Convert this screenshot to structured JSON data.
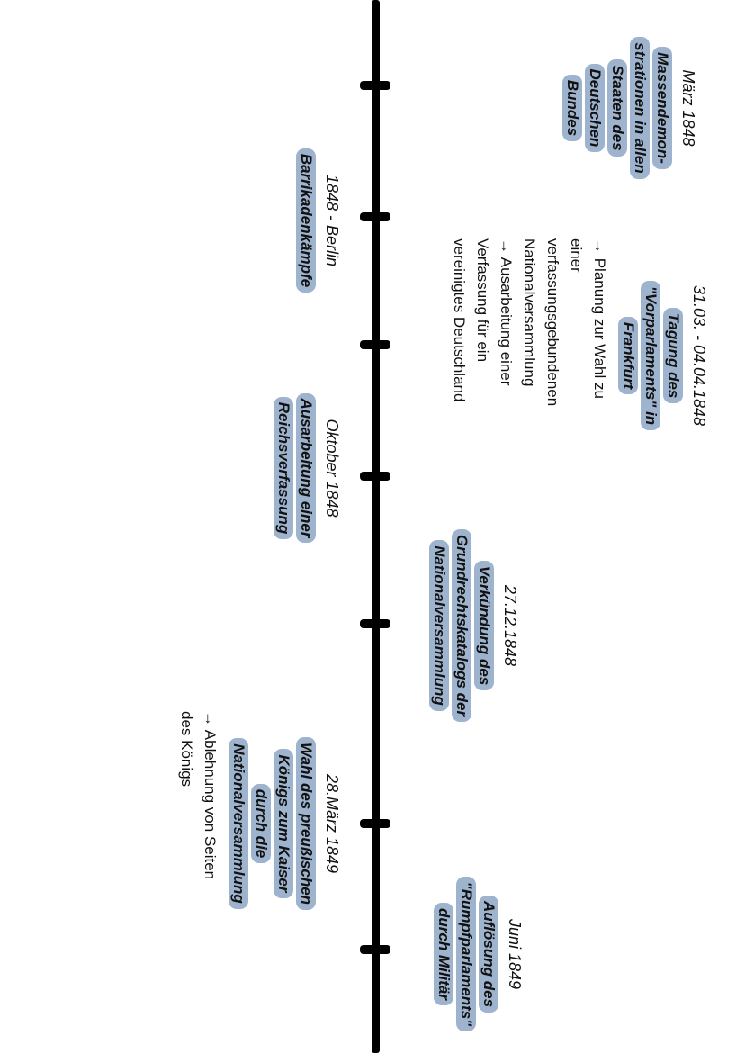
{
  "events": [
    {
      "date": "März 1848",
      "lines": [
        "Massendemon-",
        "strationen in allen",
        "Staaten des",
        "Deutschen",
        "Bundes"
      ]
    },
    {
      "date": "31.03. - 04.04.1848",
      "lines": [
        "Tagung des",
        "\"Vorparlaments\" in",
        "Frankfurt"
      ],
      "note": [
        "→ Planung zur Wahl zu",
        "einer",
        "verfassungsgebundenen",
        "Nationalversammlung",
        "→ Ausarbeitung einer",
        "Verfassung für ein",
        "vereinigtes Deutschland"
      ]
    },
    {
      "date": "1848 - Berlin",
      "lines": [
        "Barrikadenkämpfe"
      ]
    },
    {
      "date": "Oktober 1848",
      "lines": [
        "Ausarbeitung einer",
        "Reichsverfassung"
      ]
    },
    {
      "date": "27.12.1848",
      "lines": [
        "Verkündung des",
        "Grundrechtskatalogs der",
        "Nationalversammlung"
      ]
    },
    {
      "date": "28.März 1849",
      "lines": [
        "Wahl des preußischen",
        "Königs zum Kaiser",
        "durch die",
        "Nationalversammlung"
      ],
      "note": [
        "→ Ablehnung von Seiten",
        "des Königs"
      ]
    },
    {
      "date": "Juni 1849",
      "lines": [
        "Auflösung des",
        "\"Rumpfparlaments\"",
        "durch Militär"
      ]
    }
  ],
  "colors": {
    "highlight": "#9eb3cd",
    "axis": "#000000"
  }
}
